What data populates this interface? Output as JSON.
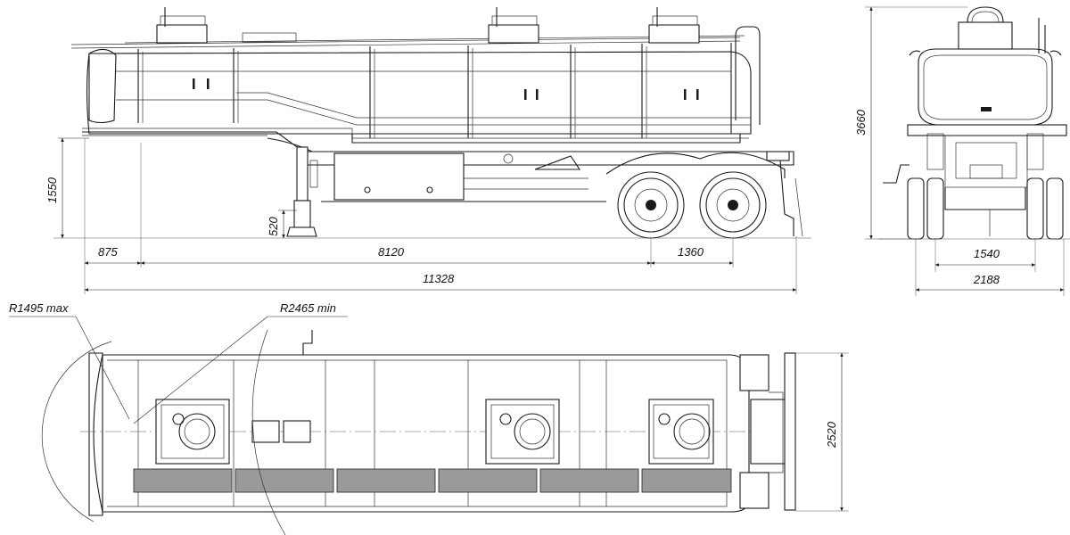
{
  "side_view": {
    "dimensions": {
      "overall_length": "11328",
      "axle_to_kingpin": "8120",
      "front_overhang": "875",
      "axle_spread": "1360",
      "fifth_wheel_height": "1550",
      "support_leg_height": "520"
    }
  },
  "rear_view": {
    "dimensions": {
      "overall_height": "3660",
      "track_width": "1540",
      "overall_width": "2188"
    }
  },
  "top_view": {
    "dimensions": {
      "width": "2520",
      "turning_radius_max": "R1495 max",
      "turning_radius_min": "R2465 min"
    }
  },
  "colors": {
    "line": "#1a1a1a",
    "walkway_grating": "#9a9a9a",
    "background": "#ffffff"
  }
}
